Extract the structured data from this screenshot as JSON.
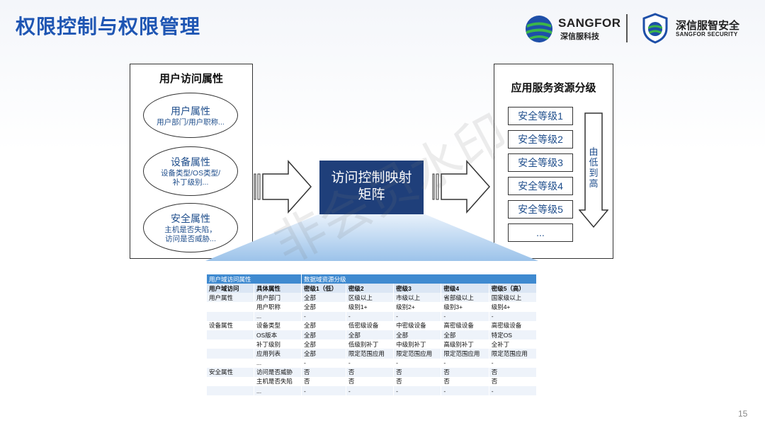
{
  "page_title": "权限控制与权限管理",
  "brand1": {
    "name": "SANGFOR",
    "sub": "深信服科技"
  },
  "brand2": {
    "name": "深信服智安全",
    "sub": "SANGFOR SECURITY"
  },
  "watermark": "非会员水印",
  "user_box": {
    "title": "用户访问属性",
    "attrs": [
      {
        "title": "用户属性",
        "lines": [
          "用户部门/用户职称..."
        ]
      },
      {
        "title": "设备属性",
        "lines": [
          "设备类型/OS类型/",
          "补丁级别..."
        ]
      },
      {
        "title": "安全属性",
        "lines": [
          "主机是否失陷，",
          "访问是否威胁..."
        ]
      }
    ]
  },
  "center": {
    "line1": "访问控制映射",
    "line2": "矩阵"
  },
  "app_box": {
    "title": "应用服务资源分级",
    "levels": [
      "安全等级1",
      "安全等级2",
      "安全等级3",
      "安全等级4",
      "安全等级5",
      "..."
    ],
    "direction": "由低到高"
  },
  "matrix": {
    "header": [
      "用户域访问属性",
      "",
      "数据域资源分级"
    ],
    "subheader": [
      "用户域访问",
      "具体属性",
      "密级1（低）",
      "密级2",
      "密级3",
      "密级4",
      "密级5（高）"
    ],
    "rows": [
      [
        "用户属性",
        "用户部门",
        "全部",
        "区级以上",
        "市级以上",
        "省部级以上",
        "国家级以上"
      ],
      [
        "",
        "用户职称",
        "全部",
        "级别1+",
        "级别2+",
        "级别3+",
        "级别4+"
      ],
      [
        "",
        "...",
        "-",
        "-",
        "-",
        "-",
        "-"
      ],
      [
        "设备属性",
        "设备类型",
        "全部",
        "低密级设备",
        "中密级设备",
        "高密级设备",
        "高密级设备"
      ],
      [
        "",
        "OS版本",
        "全部",
        "全部",
        "全部",
        "全部",
        "特定OS"
      ],
      [
        "",
        "补丁级别",
        "全部",
        "低级别补丁",
        "中级别补丁",
        "高级别补丁",
        "全补丁"
      ],
      [
        "",
        "应用列表",
        "全部",
        "限定范围应用",
        "限定范围应用",
        "限定范围应用",
        "限定范围应用"
      ],
      [
        "",
        "...",
        "-",
        "-",
        "-",
        "-",
        "-"
      ],
      [
        "安全属性",
        "访问是否威胁",
        "否",
        "否",
        "否",
        "否",
        "否"
      ],
      [
        "",
        "主机是否失陷",
        "否",
        "否",
        "否",
        "否",
        "否"
      ],
      [
        "",
        "...",
        "-",
        "-",
        "-",
        "-",
        "-"
      ]
    ]
  },
  "page_number": "15",
  "colors": {
    "title": "#1f56b3",
    "center_box": "#1f3f7a",
    "table_header": "#3f8ad0"
  }
}
